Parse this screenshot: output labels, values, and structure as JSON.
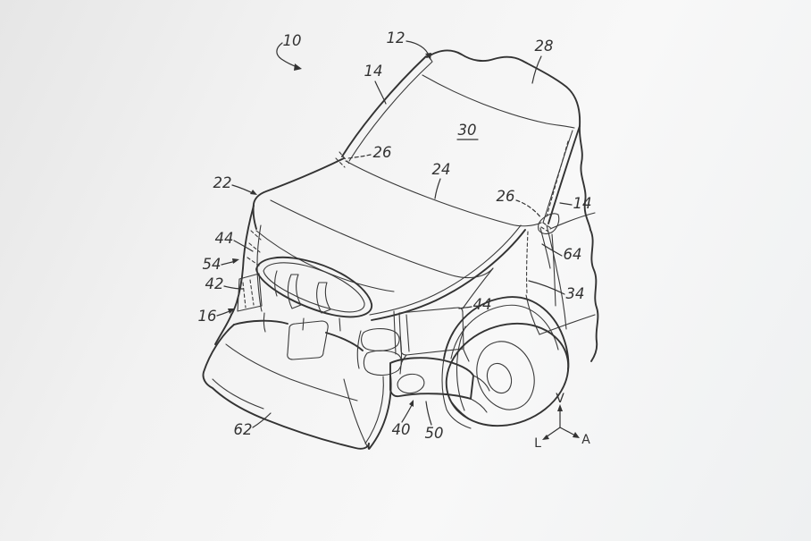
{
  "colors": {
    "line": "#333333",
    "background_start": "#e6e6e6",
    "background_end": "#f8f8f8"
  },
  "drawing": {
    "ref_labels": [
      {
        "part": "vehicle-assembly",
        "text": "10"
      },
      {
        "part": "pillar-roof-junction",
        "text": "12"
      },
      {
        "part": "a-pillar-left",
        "text": "14"
      },
      {
        "part": "roof",
        "text": "28"
      },
      {
        "part": "windshield",
        "text": "30"
      },
      {
        "part": "windshield-corner-left",
        "text": "26"
      },
      {
        "part": "hood",
        "text": "24"
      },
      {
        "part": "windshield-corner-right",
        "text": "26"
      },
      {
        "part": "a-pillar-right",
        "text": "14"
      },
      {
        "part": "cowl-trim",
        "text": "64"
      },
      {
        "part": "front-door",
        "text": "34"
      },
      {
        "part": "hood-front-corner",
        "text": "22"
      },
      {
        "part": "fender-panel-left",
        "text": "44"
      },
      {
        "part": "deployment-gap",
        "text": "54"
      },
      {
        "part": "headlamp-left",
        "text": "42"
      },
      {
        "part": "front-end-corner",
        "text": "16"
      },
      {
        "part": "external-airbag",
        "text": "62"
      },
      {
        "part": "bumper-section",
        "text": "40"
      },
      {
        "part": "fog-lamp",
        "text": "50"
      },
      {
        "part": "headlamp-right",
        "text": "44"
      }
    ]
  },
  "axis_indicator": {
    "vertical": "V",
    "lateral": "L",
    "longitudinal": "A"
  }
}
